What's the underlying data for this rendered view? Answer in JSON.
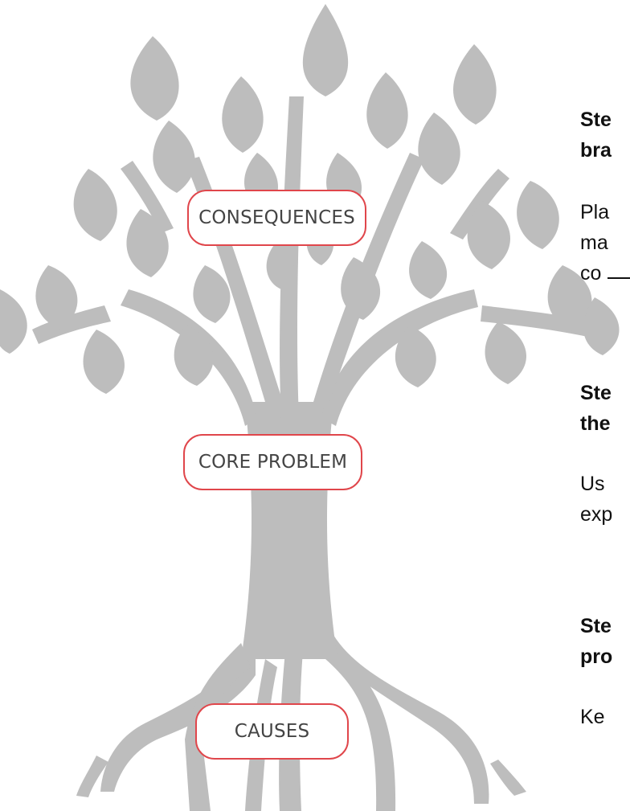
{
  "labels": {
    "consequences": "CONSEQUENCES",
    "core_problem": "CORE PROBLEM",
    "causes": "CAUSES"
  },
  "steps": [
    {
      "title_lines": [
        "Ste",
        "bra"
      ],
      "body_lines": [
        "Pla",
        "ma",
        "co"
      ]
    },
    {
      "title_lines": [
        "Ste",
        "the"
      ],
      "body_lines": [
        "Us",
        "exp"
      ]
    },
    {
      "title_lines": [
        "Ste",
        "pro"
      ],
      "body_lines": [
        "Ke"
      ]
    }
  ],
  "colors": {
    "tree": "#bdbdbd",
    "pill_border": "#e0464b",
    "pill_text": "#444444"
  },
  "icons": {
    "tree": "tree-illustration"
  }
}
